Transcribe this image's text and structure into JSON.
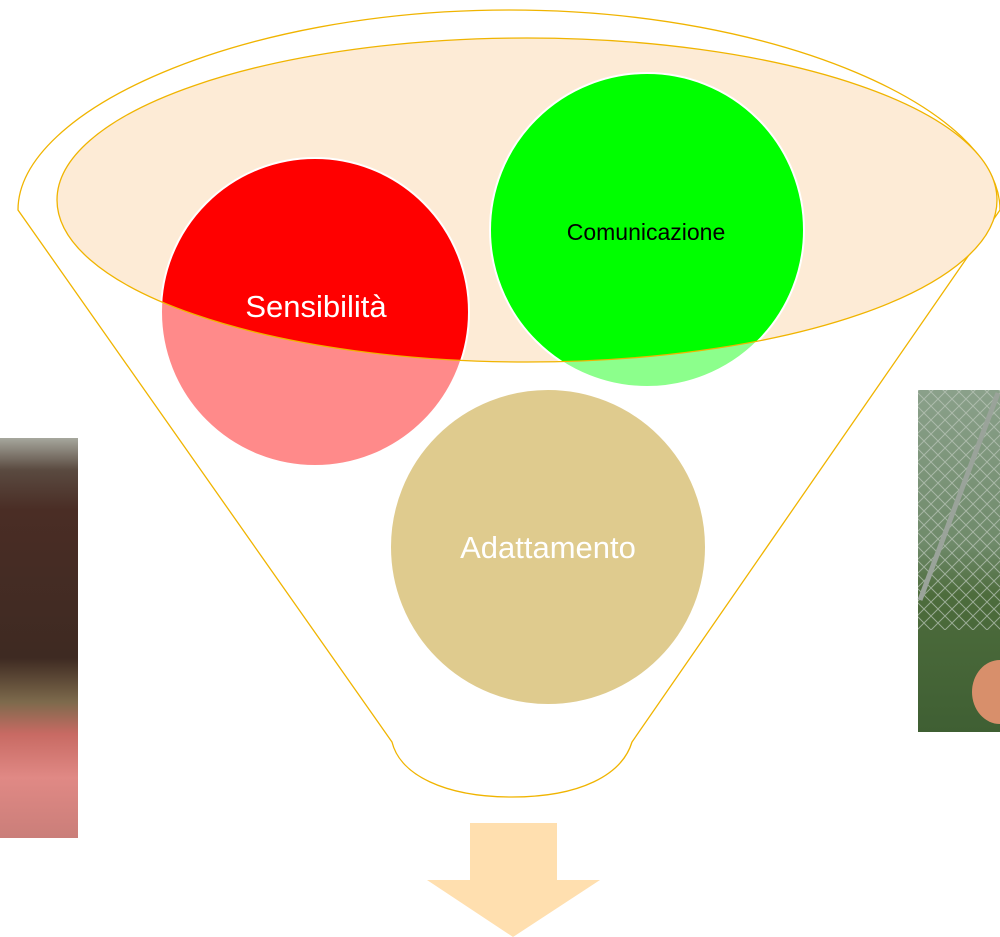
{
  "circles": {
    "sensibilita": {
      "label": "Sensibilità",
      "color": "#ff0000",
      "label_color": "#ffffff"
    },
    "comunicazione": {
      "label": "Comunicazione",
      "color": "#00ff00",
      "label_color": "#000000"
    },
    "adattamento": {
      "label": "Adattamento",
      "color": "#dfcb8e",
      "label_color": "#ffffff"
    }
  },
  "funnel": {
    "stroke_color": "#f0b400",
    "band_fill": "#fdebd6"
  },
  "arrow": {
    "color": "#ffdfaf"
  },
  "photos": {
    "left": {
      "description_icon": "photo-track"
    },
    "right": {
      "description_icon": "photo-field-fence"
    }
  }
}
